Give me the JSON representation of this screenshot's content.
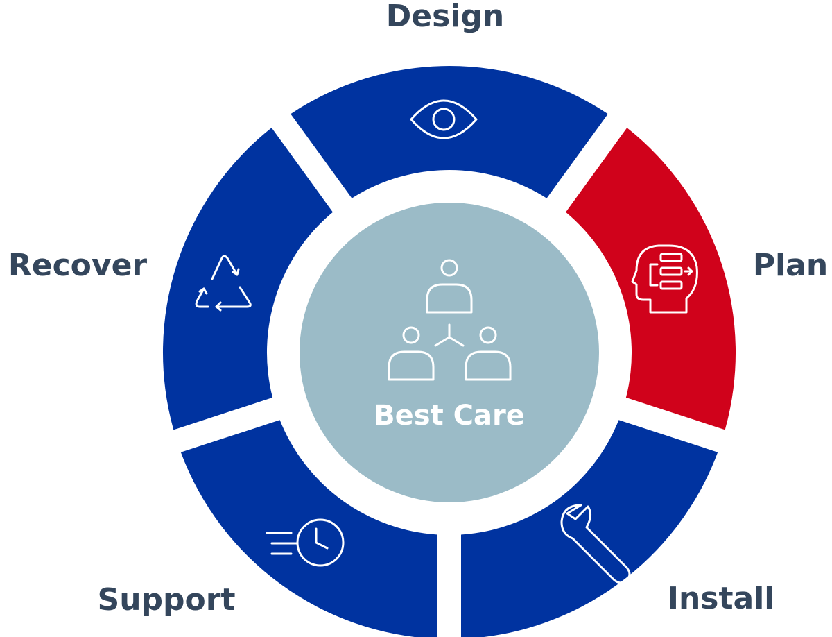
{
  "center": {
    "label": "Best Care",
    "icon": "people-network-icon"
  },
  "segments": [
    {
      "id": "design",
      "label": "Design",
      "icon": "eye-icon",
      "color": "#0033a0"
    },
    {
      "id": "plan",
      "label": "Plan",
      "icon": "head-thinking-icon",
      "color": "#d0021b"
    },
    {
      "id": "install",
      "label": "Install",
      "icon": "wrench-icon",
      "color": "#0033a0"
    },
    {
      "id": "support",
      "label": "Support",
      "icon": "fast-clock-icon",
      "color": "#0033a0"
    },
    {
      "id": "recover",
      "label": "Recover",
      "icon": "recycle-icon",
      "color": "#0033a0"
    }
  ],
  "colors": {
    "center_fill": "#9bbbc7",
    "label_text": "#34465c",
    "segment_blue": "#0033a0",
    "segment_red": "#d0021b"
  }
}
